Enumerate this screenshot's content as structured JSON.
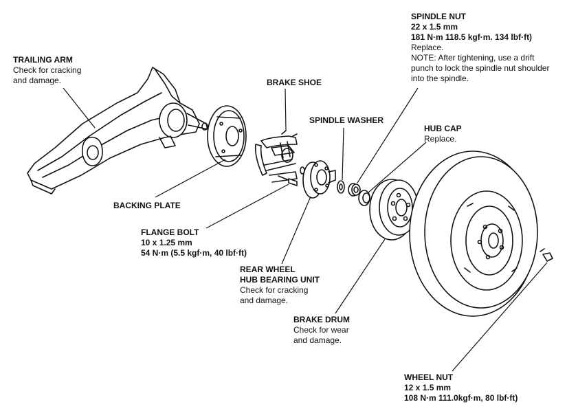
{
  "labels": {
    "trailing_arm": {
      "title": "TRAILING ARM",
      "lines": [
        "Check for cracking",
        "and damage."
      ]
    },
    "brake_shoe": {
      "title": "BRAKE SHOE"
    },
    "spindle_nut": {
      "title": "SPINDLE NUT",
      "spec1": "22 x 1.5 mm",
      "spec2": "181 N·m 118.5 kgf·m. 134 lbf·ft)",
      "lines": [
        "Replace.",
        "NOTE:  After tightening, use a drift",
        "punch to lock the spindle nut shoulder",
        "into the spindle."
      ]
    },
    "spindle_washer": {
      "title": "SPINDLE WASHER"
    },
    "hub_cap": {
      "title": "HUB CAP",
      "lines": [
        "Replace."
      ]
    },
    "backing_plate": {
      "title": "BACKING PLATE"
    },
    "flange_bolt": {
      "title": "FLANGE BOLT",
      "spec1": "10 x 1.25 mm",
      "spec2": "54 N·m (5.5 kgf·m, 40 lbf·ft)"
    },
    "hub_bearing": {
      "title": "REAR WHEEL",
      "title2": "HUB BEARING UNIT",
      "lines": [
        "Check for cracking",
        "and damage."
      ]
    },
    "brake_drum": {
      "title": "BRAKE DRUM",
      "lines": [
        "Check for wear",
        "and damage."
      ]
    },
    "wheel_nut": {
      "title": "WHEEL NUT",
      "spec1": "12 x 1.5 mm",
      "spec2": "108 N·m 111.0kgf·m, 80 lbf·ft)"
    }
  }
}
